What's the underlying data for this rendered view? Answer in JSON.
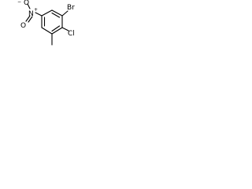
{
  "molecule": {
    "atoms": {
      "br": "Br",
      "cl": "Cl",
      "n": "N",
      "n_charge": "+",
      "o_top": "O",
      "o_top_charge": "−",
      "o_bottom": "O"
    },
    "colors": {
      "bond": "#000000",
      "label": "#000000",
      "background": "#ffffff"
    }
  }
}
